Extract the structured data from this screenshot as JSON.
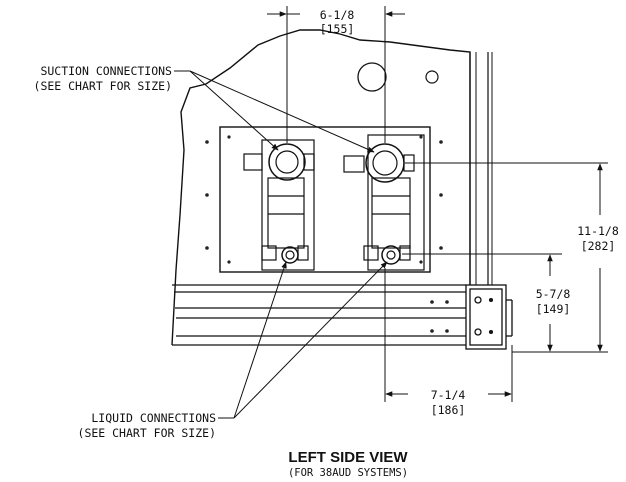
{
  "labels": {
    "suction_line1": "SUCTION CONNECTIONS",
    "suction_line2": "(SEE CHART FOR SIZE)",
    "liquid_line1": "LIQUID CONNECTIONS",
    "liquid_line2": "(SEE CHART FOR SIZE)"
  },
  "dimensions": {
    "top_width": "6-1/8",
    "top_width_mm": "[155]",
    "suction_height": "11-1/8",
    "suction_height_mm": "[282]",
    "liquid_height": "5-7/8",
    "liquid_height_mm": "[149]",
    "bottom_width": "7-1/4",
    "bottom_width_mm": "[186]"
  },
  "caption": {
    "title": "LEFT SIDE VIEW",
    "subtitle": "(FOR 38AUD SYSTEMS)"
  }
}
